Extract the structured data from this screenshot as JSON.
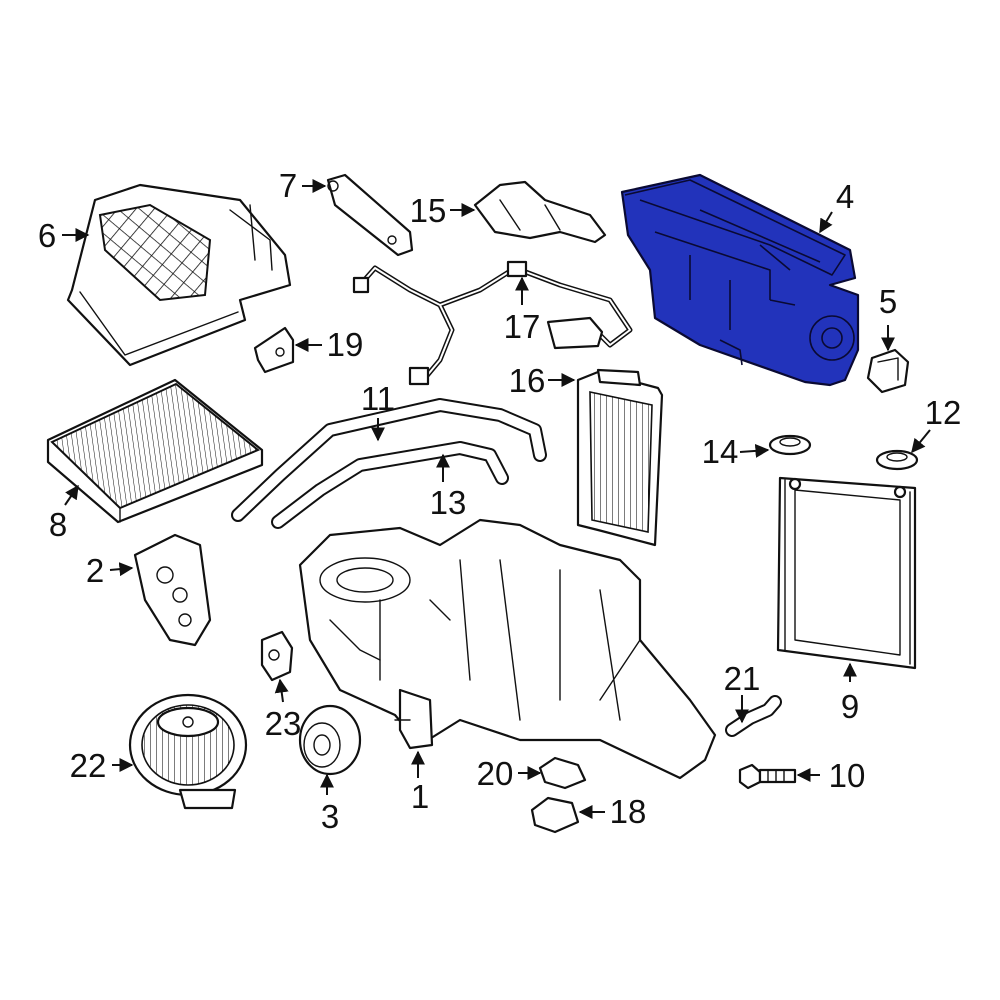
{
  "accent_color": "#2233bb",
  "highlighted_part": "4",
  "callouts": [
    {
      "id": "c1",
      "label": "1"
    },
    {
      "id": "c2",
      "label": "2"
    },
    {
      "id": "c3",
      "label": "3"
    },
    {
      "id": "c4",
      "label": "4"
    },
    {
      "id": "c5",
      "label": "5"
    },
    {
      "id": "c6",
      "label": "6"
    },
    {
      "id": "c7",
      "label": "7"
    },
    {
      "id": "c8",
      "label": "8"
    },
    {
      "id": "c9",
      "label": "9"
    },
    {
      "id": "c10",
      "label": "10"
    },
    {
      "id": "c11",
      "label": "11"
    },
    {
      "id": "c12",
      "label": "12"
    },
    {
      "id": "c13",
      "label": "13"
    },
    {
      "id": "c14",
      "label": "14"
    },
    {
      "id": "c15",
      "label": "15"
    },
    {
      "id": "c16",
      "label": "16"
    },
    {
      "id": "c17",
      "label": "17"
    },
    {
      "id": "c18",
      "label": "18"
    },
    {
      "id": "c19",
      "label": "19"
    },
    {
      "id": "c20",
      "label": "20"
    },
    {
      "id": "c21",
      "label": "21"
    },
    {
      "id": "c22",
      "label": "22"
    },
    {
      "id": "c23",
      "label": "23"
    }
  ]
}
